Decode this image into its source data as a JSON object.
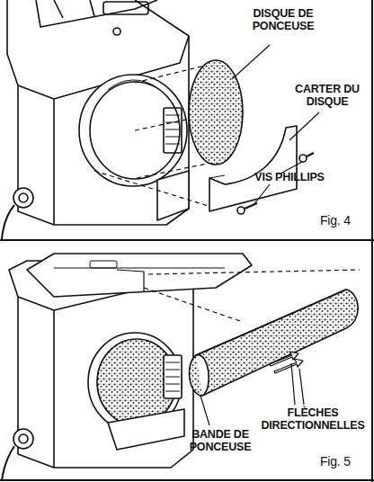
{
  "diagram": {
    "labels": [
      "DISQUE DE PONCEUSE",
      "CARTER DU DISQUE",
      "VIS PHILLIPS",
      "Fig. 4",
      "FLÈCHES DIRECTIONNELLES",
      "BANDE DE PONCEUSE",
      "Fig. 5"
    ]
  }
}
